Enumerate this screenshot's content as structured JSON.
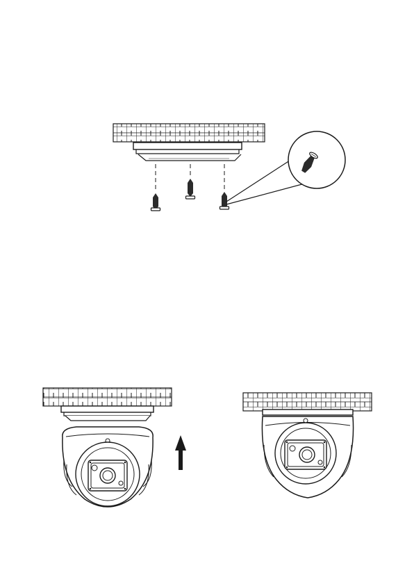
{
  "page": {
    "background": "#ffffff",
    "ink": "#1a1a1a",
    "fill_dark": "#2b2b2b"
  },
  "figure_top": {
    "ceiling": "ceiling-grid",
    "screws": [
      "screw-left",
      "screw-center",
      "screw-right"
    ],
    "magnifier": "screw-magnifier"
  },
  "figure_bottom": {
    "steps": [
      {
        "id": "camera-below-mount",
        "arrow": "up-arrow"
      },
      {
        "id": "camera-attached-to-mount"
      }
    ]
  }
}
